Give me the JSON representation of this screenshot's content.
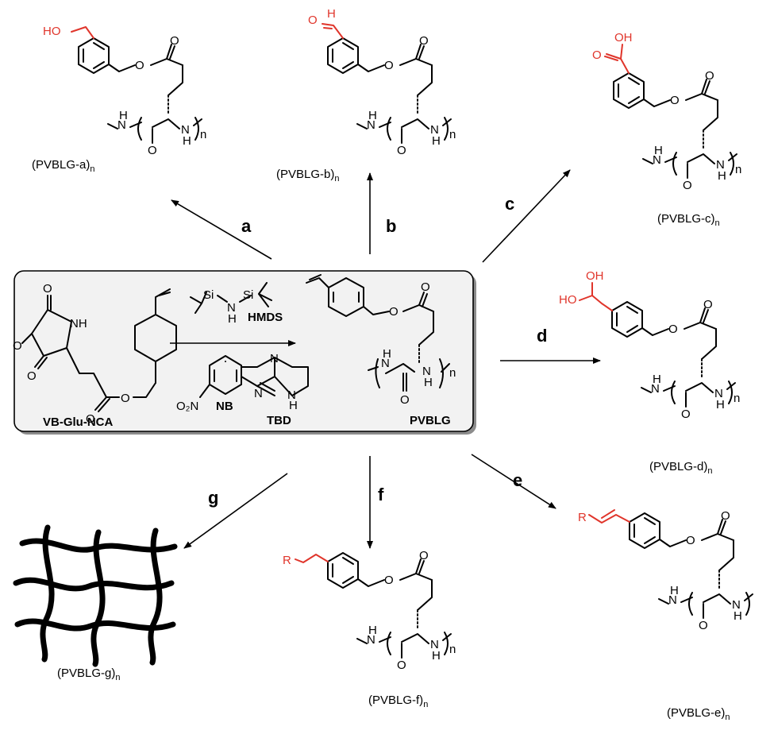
{
  "colors": {
    "highlight": "#e0352b",
    "ink": "#000000",
    "box_fill": "#f2f2f2"
  },
  "center": {
    "monomer_label": "VB-Glu-NCA",
    "product_label": "PVBLG",
    "hmds": {
      "label": "HMDS",
      "si": "Si",
      "nh": "N",
      "h": "H"
    },
    "nb": {
      "label": "NB",
      "o2n": "O₂N"
    },
    "tbd": {
      "label": "TBD",
      "n": "N",
      "h": "H"
    },
    "nca_atoms": {
      "o1": "O",
      "o2": "O",
      "o3": "O",
      "nh": "NH",
      "o4": "O",
      "o5": "O"
    },
    "atoms": {
      "o_ester": "O",
      "o_carb": "O",
      "nh": "N",
      "h": "H",
      "nh2": "N",
      "h2": "H",
      "o": "O",
      "n": "n"
    }
  },
  "steps": {
    "a": "a",
    "b": "b",
    "c": "c",
    "d": "d",
    "e": "e",
    "f": "f",
    "g": "g"
  },
  "products": {
    "a": {
      "name": "(PVBLG-a)",
      "sub": "n",
      "group": "HO"
    },
    "b": {
      "name": "(PVBLG-b)",
      "sub": "n",
      "group_h": "H",
      "group_o": "O"
    },
    "c": {
      "name": "(PVBLG-c)",
      "sub": "n",
      "group_oh": "OH",
      "group_o": "O"
    },
    "d": {
      "name": "(PVBLG-d)",
      "sub": "n",
      "group_oh1": "OH",
      "group_ho": "HO"
    },
    "e": {
      "name": "(PVBLG-e)",
      "sub": "n",
      "group": "R"
    },
    "f": {
      "name": "(PVBLG-f)",
      "sub": "n",
      "group": "R"
    },
    "g": {
      "name": "(PVBLG-g)",
      "sub": "n"
    }
  },
  "backbone": {
    "o_ester": "O",
    "o_carb": "O",
    "n1": "N",
    "h1": "H",
    "n2": "N",
    "h2": "H",
    "o": "O",
    "n": "n"
  }
}
